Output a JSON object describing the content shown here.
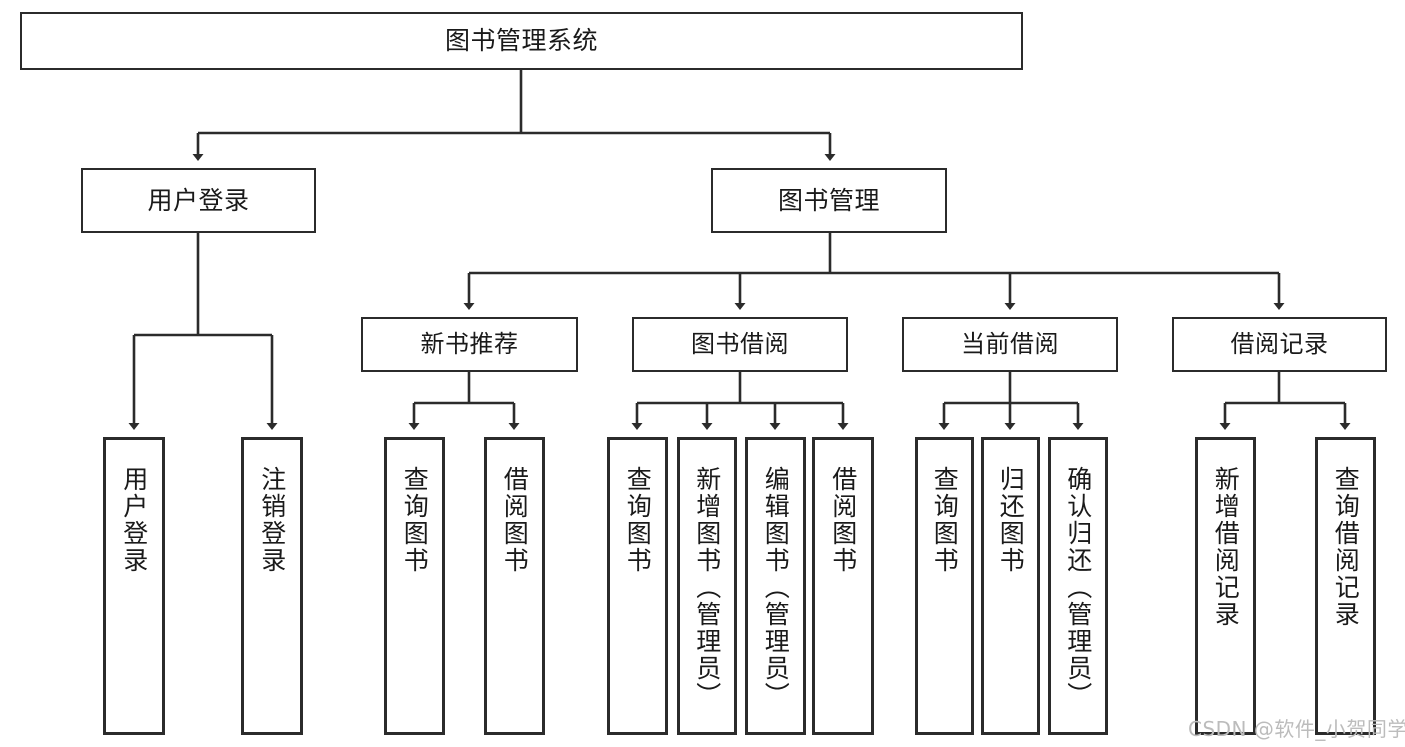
{
  "diagram": {
    "title": "图书管理系统",
    "type": "tree",
    "watermark": "CSDN @软件_小贺同学",
    "colors": {
      "box_border": "#2b2b2b",
      "box_fill": "#ffffff",
      "connector": "#2b2b2b",
      "text": "#1a1a1a",
      "watermark": "#bcbcbc"
    },
    "nodes": {
      "root": "图书管理系统",
      "level2": [
        "用户登录",
        "图书管理"
      ],
      "level3": [
        "新书推荐",
        "图书借阅",
        "当前借阅",
        "借阅记录"
      ],
      "leaves": {
        "user_login": [
          "用户登录",
          "注销登录"
        ],
        "new_book_recommend": [
          "查询图书",
          "借阅图书"
        ],
        "book_borrow": [
          "查询图书",
          "新增图书（管理员）",
          "编辑图书（管理员）",
          "借阅图书"
        ],
        "current_borrow": [
          "查询图书",
          "归还图书",
          "确认归还（管理员）"
        ],
        "borrow_record": [
          "新增借阅记录",
          "查询借阅记录"
        ]
      }
    }
  }
}
